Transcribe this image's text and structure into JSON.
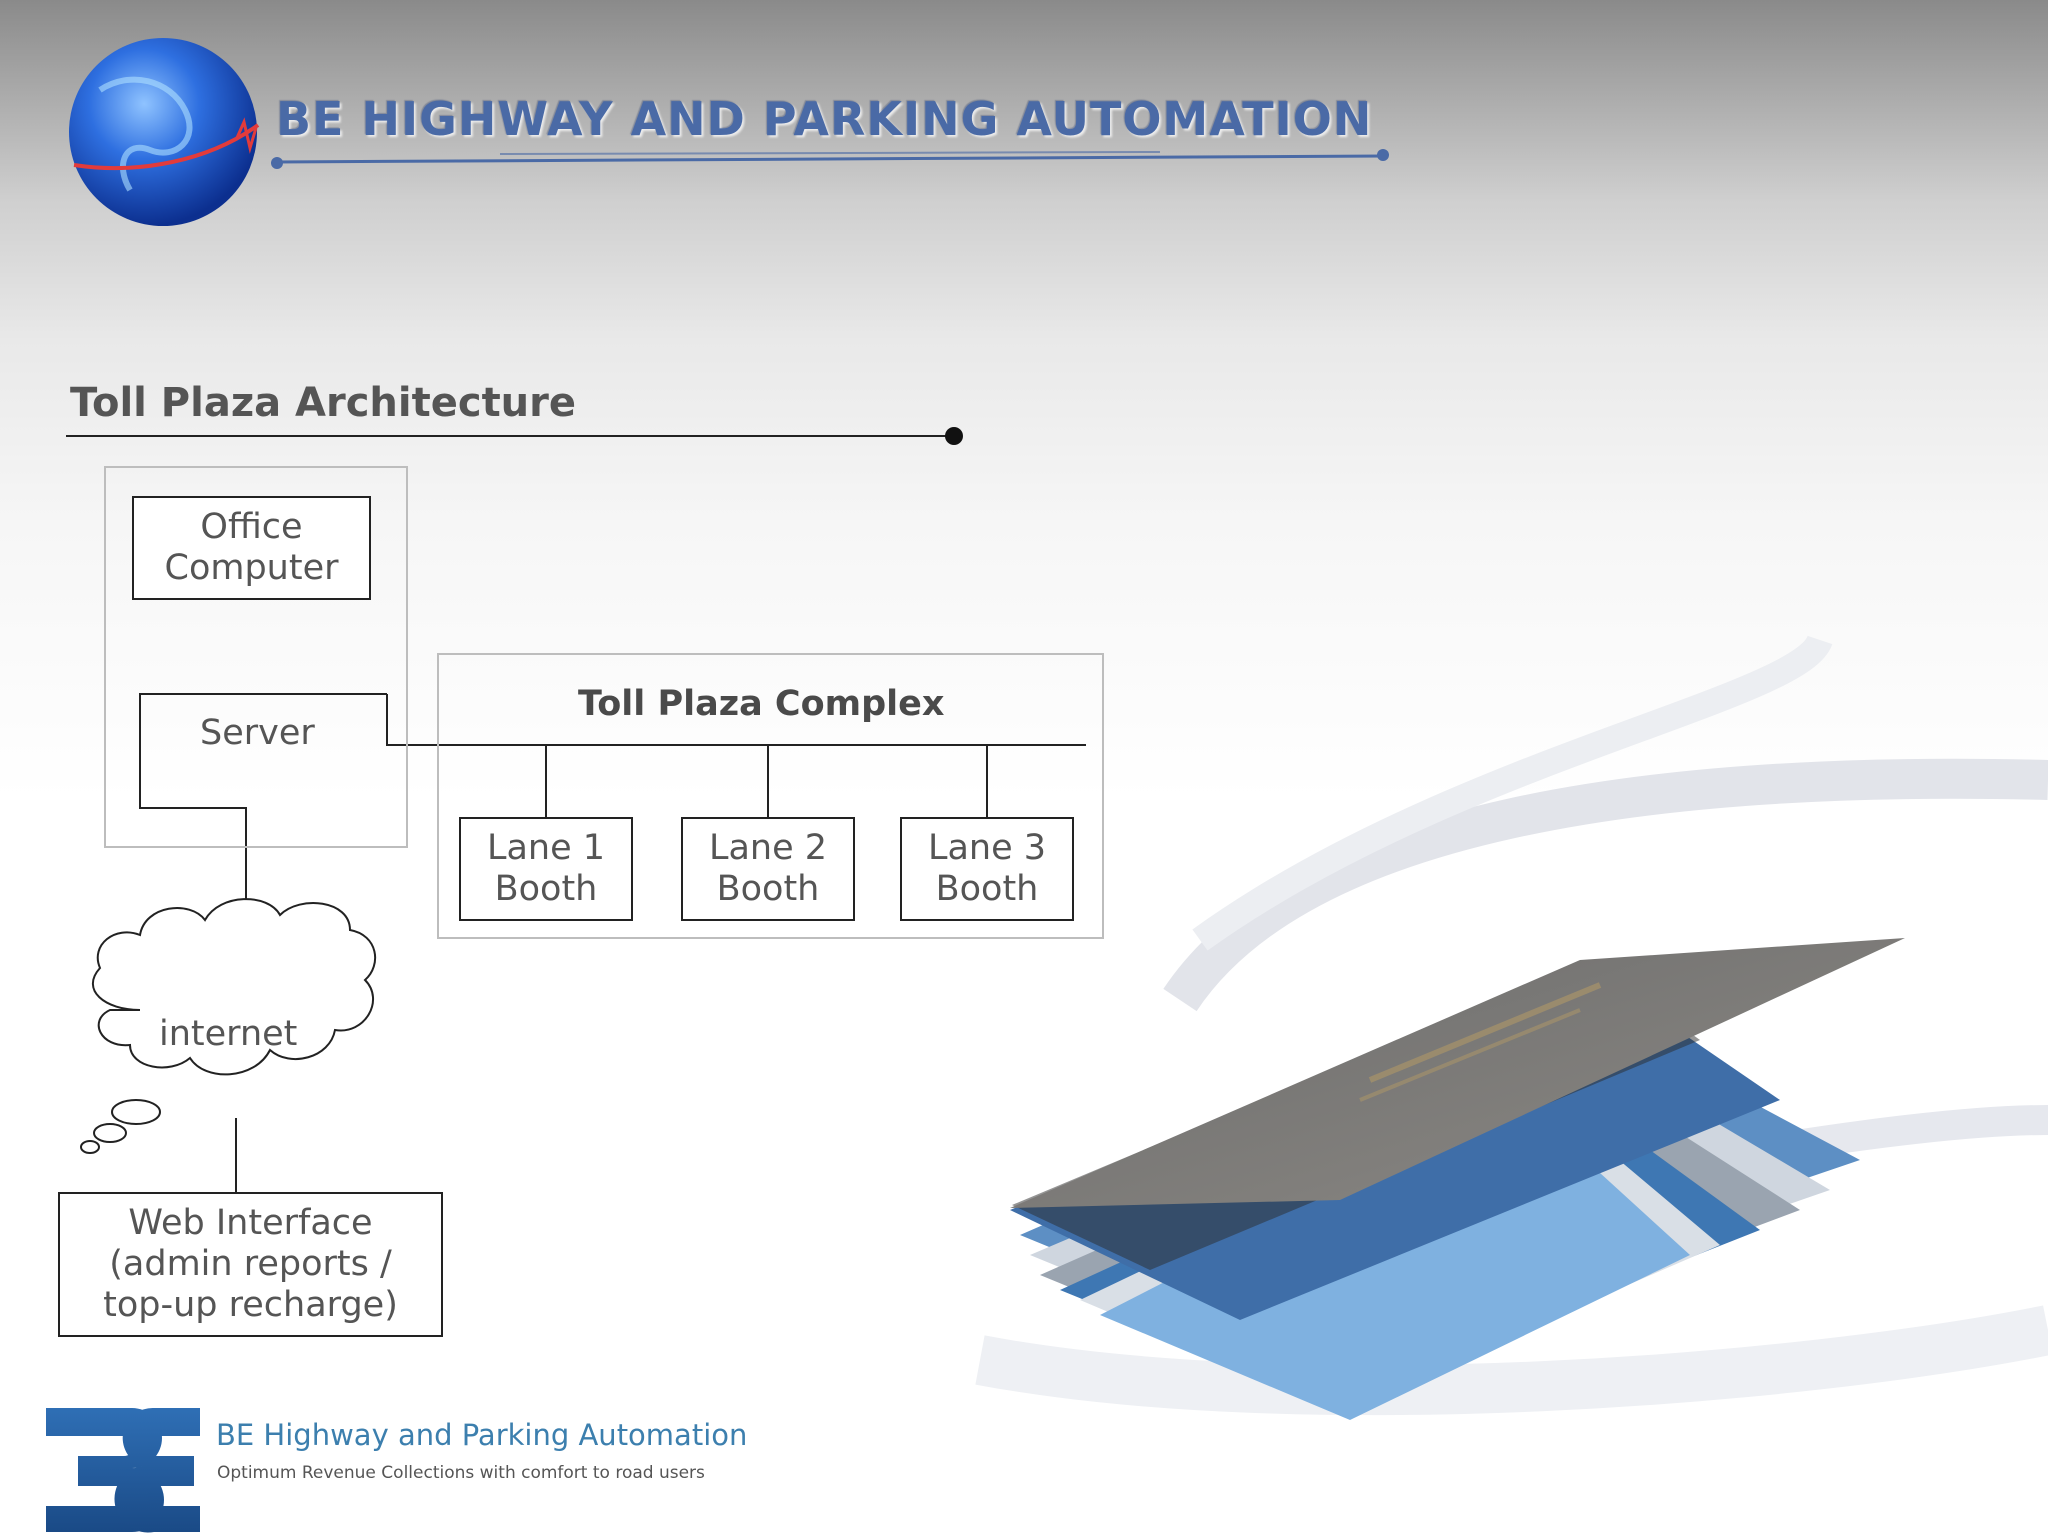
{
  "header": {
    "title": "BE HIGHWAY AND PARKING AUTOMATION"
  },
  "section": {
    "title": "Toll Plaza Architecture"
  },
  "diagram": {
    "office_computer": "Office\nComputer",
    "server": "Server",
    "toll_plaza_complex": "Toll Plaza Complex",
    "lanes": [
      {
        "label": "Lane 1\nBooth"
      },
      {
        "label": "Lane 2\nBooth"
      },
      {
        "label": "Lane 3\nBooth"
      }
    ],
    "internet": "internet",
    "web_interface": "Web Interface\n(admin reports /\ntop-up recharge)"
  },
  "footer": {
    "name": "BE Highway and Parking Automation",
    "tagline": "Optimum Revenue Collections with comfort to road users"
  },
  "colors": {
    "brand_blue": "#2a5e9e",
    "title_blue": "#4a6aa6",
    "footer_blue": "#3c7fae"
  },
  "icons": {
    "logo": "globe-icon",
    "footer_logo": "be-logo-icon",
    "decoration": "card-stack-illustration"
  }
}
